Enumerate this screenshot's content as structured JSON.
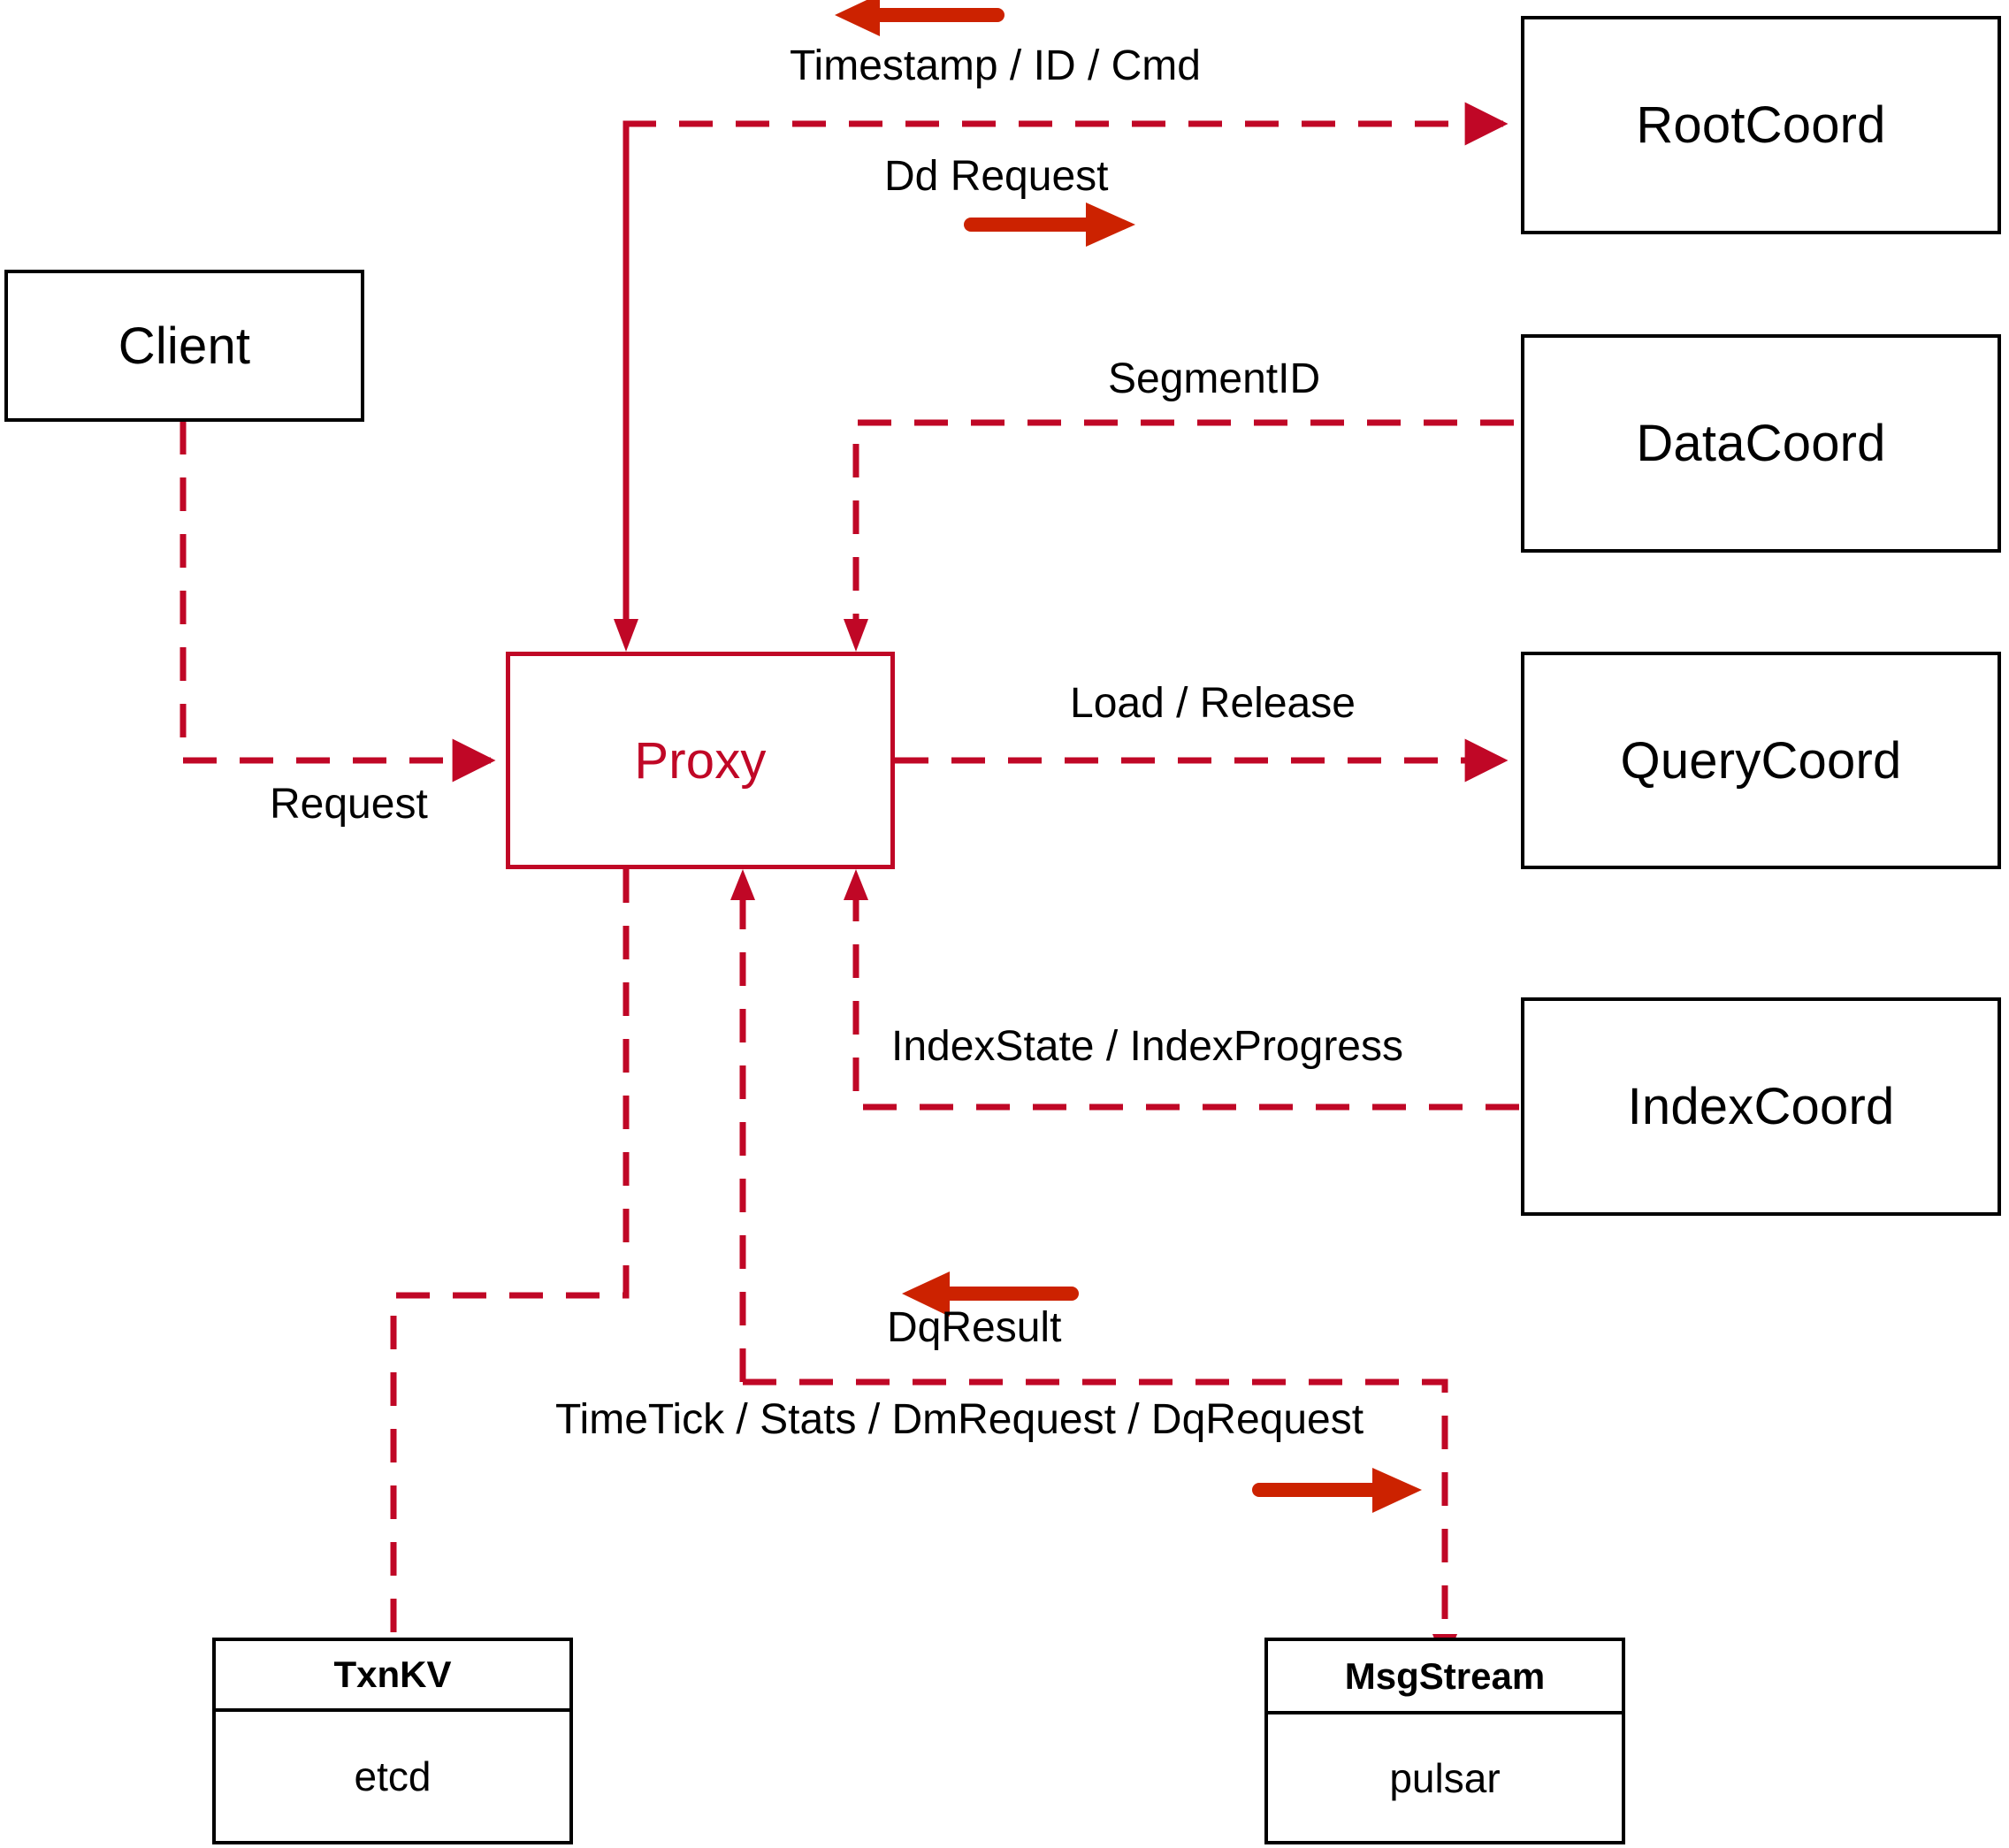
{
  "diagram": {
    "title": "Proxy component interaction diagram",
    "colors": {
      "accent_red": "#C00726",
      "arrow_red": "#CC2200",
      "node_border": "#000000",
      "background": "#FFFFFF"
    },
    "nodes": [
      {
        "id": "client",
        "label": "Client",
        "style": "black"
      },
      {
        "id": "proxy",
        "label": "Proxy",
        "style": "red"
      },
      {
        "id": "rootcoord",
        "label": "RootCoord",
        "style": "black"
      },
      {
        "id": "datacoord",
        "label": "DataCoord",
        "style": "black"
      },
      {
        "id": "querycoord",
        "label": "QueryCoord",
        "style": "black"
      },
      {
        "id": "indexcoord",
        "label": "IndexCoord",
        "style": "black"
      }
    ],
    "compartment_nodes": [
      {
        "id": "txnkv",
        "header": "TxnKV",
        "body": "etcd"
      },
      {
        "id": "msgstream",
        "header": "MsgStream",
        "body": "pulsar"
      }
    ],
    "edge_labels": [
      {
        "id": "timestamp-id-cmd",
        "text": "Timestamp / ID / Cmd"
      },
      {
        "id": "dd-request",
        "text": "Dd Request"
      },
      {
        "id": "segmentid",
        "text": "SegmentID"
      },
      {
        "id": "request",
        "text": "Request"
      },
      {
        "id": "load-release",
        "text": "Load / Release"
      },
      {
        "id": "index-state",
        "text": "IndexState / IndexProgress"
      },
      {
        "id": "dqresult",
        "text": "DqResult"
      },
      {
        "id": "timetick-stats",
        "text": "TimeTick / Stats / DmRequest / DqRequest"
      }
    ]
  }
}
